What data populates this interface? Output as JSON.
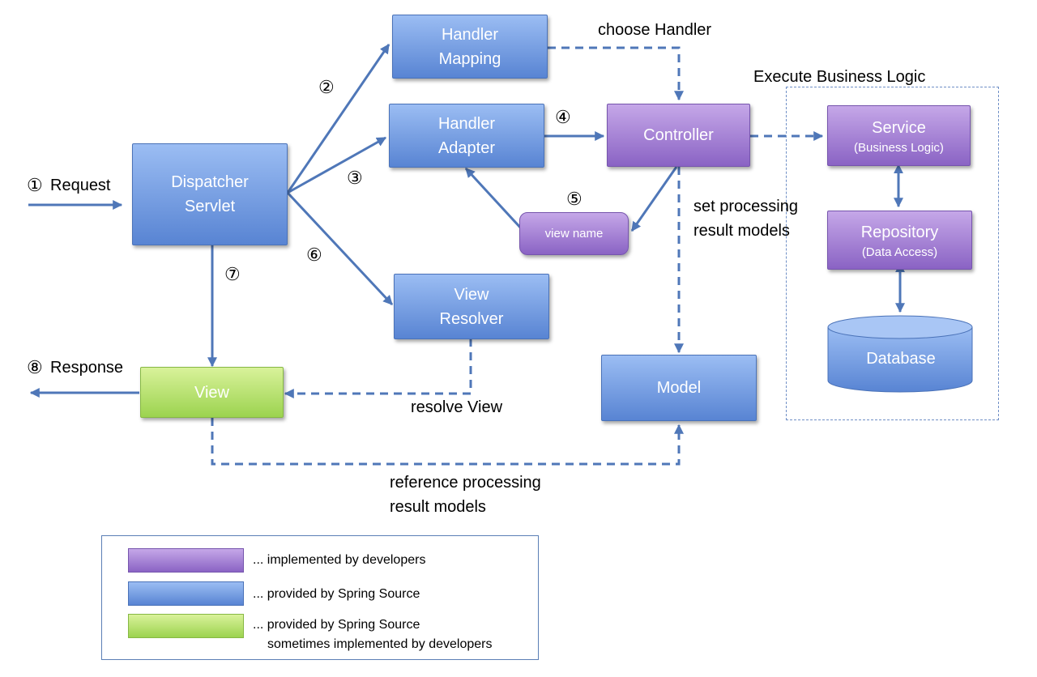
{
  "nodes": {
    "handler_mapping": [
      "Handler",
      "Mapping"
    ],
    "handler_adapter": [
      "Handler",
      "Adapter"
    ],
    "dispatcher_servlet": [
      "Dispatcher",
      "Servlet"
    ],
    "controller": "Controller",
    "view_name": "view name",
    "view_resolver": [
      "View",
      "Resolver"
    ],
    "view": "View",
    "model": "Model",
    "service": {
      "title": "Service",
      "subtitle": "(Business Logic)"
    },
    "repository": {
      "title": "Repository",
      "subtitle": "(Data Access)"
    },
    "database": "Database"
  },
  "labels": {
    "request": "Request",
    "response": "Response",
    "choose_handler": "choose Handler",
    "execute_business_logic": "Execute Business Logic",
    "set_processing": [
      "set processing",
      "result models"
    ],
    "resolve_view": "resolve View",
    "reference_processing": [
      "reference processing",
      "result models"
    ]
  },
  "steps": [
    "①",
    "②",
    "③",
    "④",
    "⑤",
    "⑥",
    "⑦",
    "⑧"
  ],
  "legend": {
    "items": [
      {
        "color": "purple",
        "text": "... implemented by developers"
      },
      {
        "color": "blue",
        "text": "... provided by Spring Source"
      },
      {
        "color": "green",
        "text": "... provided by Spring Source",
        "text2": "sometimes implemented by developers"
      }
    ]
  },
  "colors": {
    "provided_blue": "#5884d3",
    "developer_purple": "#8a63c4",
    "optional_green": "#9cd34f",
    "arrow": "#4f77b8"
  }
}
